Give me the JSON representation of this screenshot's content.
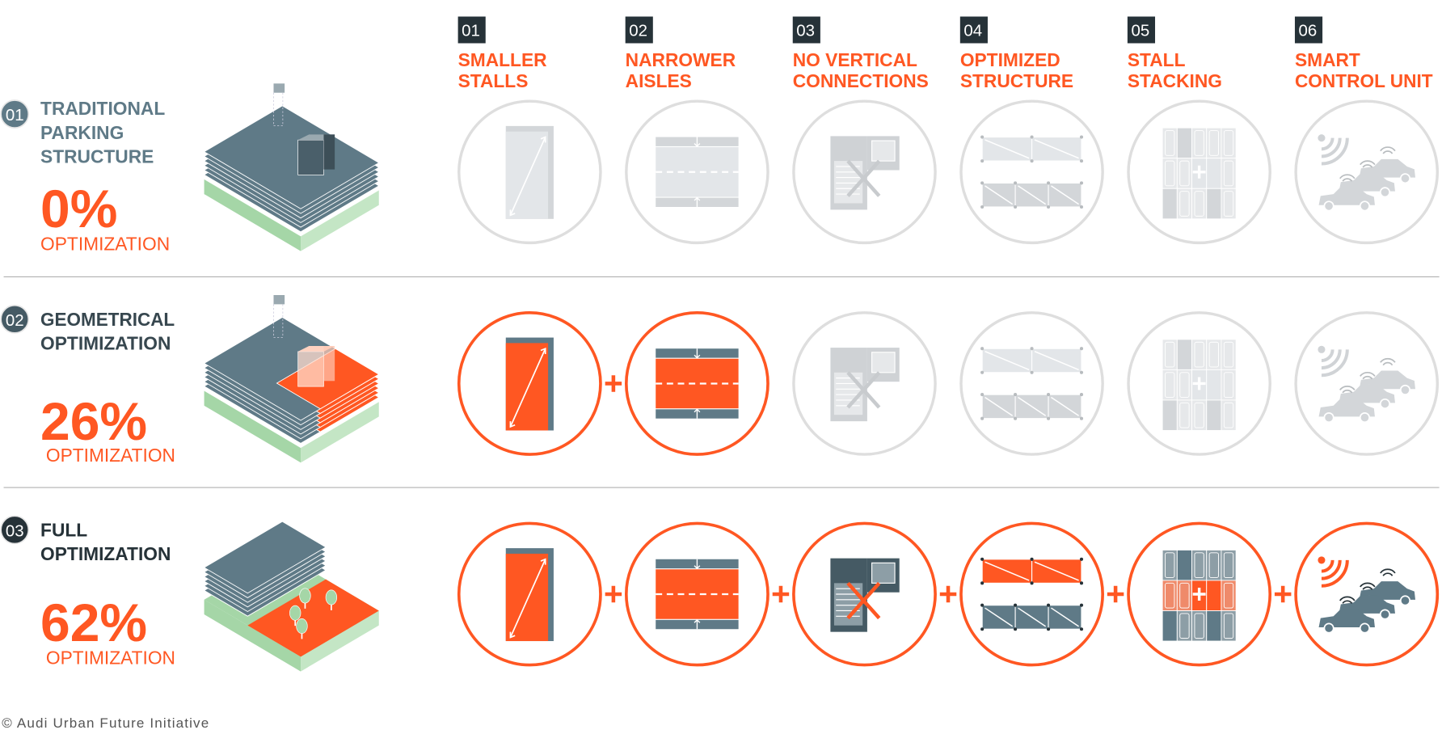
{
  "columns": [
    {
      "num": "01",
      "title": [
        "SMALLER",
        "STALLS"
      ],
      "icon": "parking-stall-icon"
    },
    {
      "num": "02",
      "title": [
        "NARROWER",
        "AISLES"
      ],
      "icon": "narrow-aisle-icon"
    },
    {
      "num": "03",
      "title": [
        "NO VERTICAL",
        "CONNECTIONS"
      ],
      "icon": "no-ramp-icon"
    },
    {
      "num": "04",
      "title": [
        "OPTIMIZED",
        "STRUCTURE"
      ],
      "icon": "structure-grid-icon"
    },
    {
      "num": "05",
      "title": [
        "STALL",
        "STACKING"
      ],
      "icon": "stall-stacking-icon"
    },
    {
      "num": "06",
      "title": [
        "SMART",
        "CONTROL UNIT"
      ],
      "icon": "connected-cars-icon"
    }
  ],
  "rows": [
    {
      "num": "01",
      "title": [
        "TRADITIONAL",
        "PARKING",
        "STRUCTURE"
      ],
      "percent": "0%",
      "percent_label": "OPTIMIZATION",
      "active_steps": [
        false,
        false,
        false,
        false,
        false,
        false
      ]
    },
    {
      "num": "02",
      "title": [
        "GEOMETRICAL",
        "OPTIMIZATION"
      ],
      "percent": "26%",
      "percent_label": "OPTIMIZATION",
      "active_steps": [
        true,
        true,
        false,
        false,
        false,
        false
      ]
    },
    {
      "num": "03",
      "title": [
        "FULL",
        "OPTIMIZATION"
      ],
      "percent": "62%",
      "percent_label": "OPTIMIZATION",
      "active_steps": [
        true,
        true,
        true,
        true,
        true,
        true
      ]
    }
  ],
  "footer": "© Audi Urban Future Initiative",
  "colors": {
    "accent": "#ff5722",
    "slate": "#5f7a87",
    "dark": "#263238",
    "green": "#a5d6a7",
    "inactive": "#dcdfe2"
  }
}
